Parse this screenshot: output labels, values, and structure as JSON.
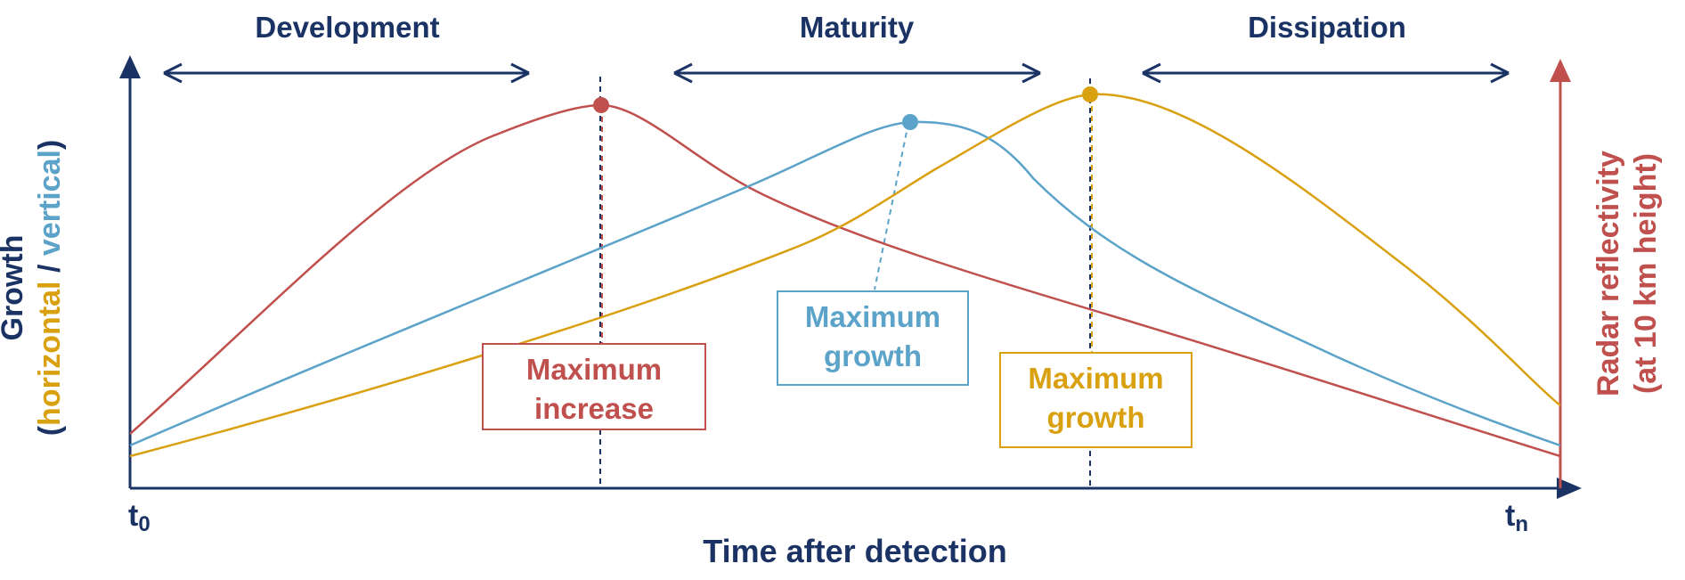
{
  "phases": [
    {
      "label": "Development"
    },
    {
      "label": "Maturity"
    },
    {
      "label": "Dissipation"
    }
  ],
  "axes": {
    "x_label": "Time after detection",
    "x_start": "t",
    "x_start_sub": "0",
    "x_end": "t",
    "x_end_sub": "n",
    "left_label_main": "Growth",
    "left_label_open": "(",
    "left_label_horizontal": "horizontal",
    "left_label_sep": " / ",
    "left_label_vertical": "vertical",
    "left_label_close": ")",
    "right_label_line1": "Radar reflectivity",
    "right_label_line2": "(at 10 km height)"
  },
  "callouts": {
    "red_line1": "Maximum",
    "red_line2": "increase",
    "blue_line1": "Maximum",
    "blue_line2": "growth",
    "orange_line1": "Maximum",
    "orange_line2": "growth"
  },
  "colors": {
    "navy": "#1a3364",
    "red": "#c0504d",
    "blue": "#5ba3c9",
    "orange": "#d9a010"
  }
}
